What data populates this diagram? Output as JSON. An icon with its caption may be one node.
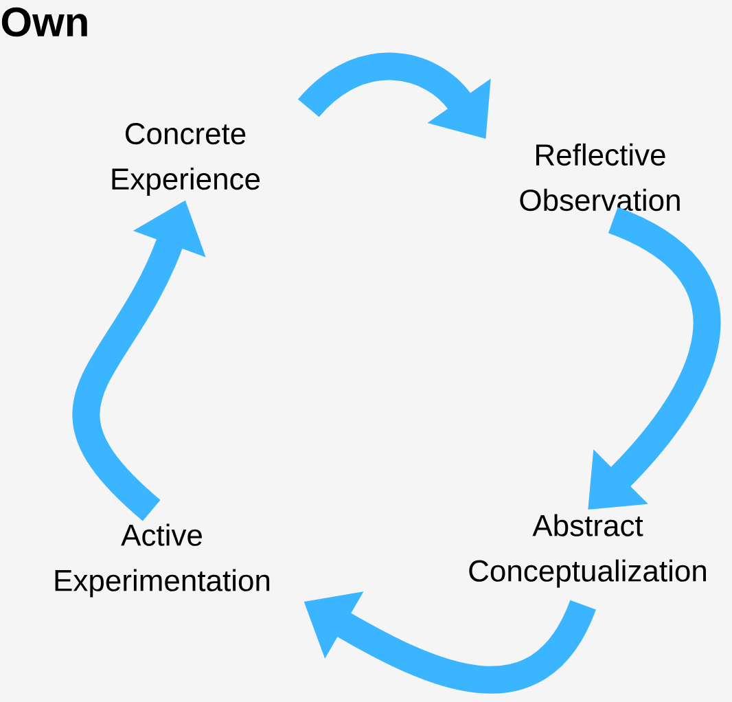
{
  "diagram": {
    "nodes": [
      {
        "text": [
          "Concrete Experience"
        ]
      },
      {
        "text": [
          "Reflective Observation"
        ]
      },
      {
        "text": [
          "Abstract Conceptualization"
        ]
      },
      {
        "text": [
          "Active Experimentation"
        ]
      }
    ],
    "edges": [
      {
        "from": 0,
        "to": 1,
        "arrow": "to"
      },
      {
        "from": 1,
        "to": 2,
        "arrow": "to"
      },
      {
        "from": 2,
        "to": 3,
        "arrow": "to"
      },
      {
        "from": 3,
        "to": 0,
        "arrow": "to"
      }
    ],
    "labels": [
      "Own"
    ]
  }
}
